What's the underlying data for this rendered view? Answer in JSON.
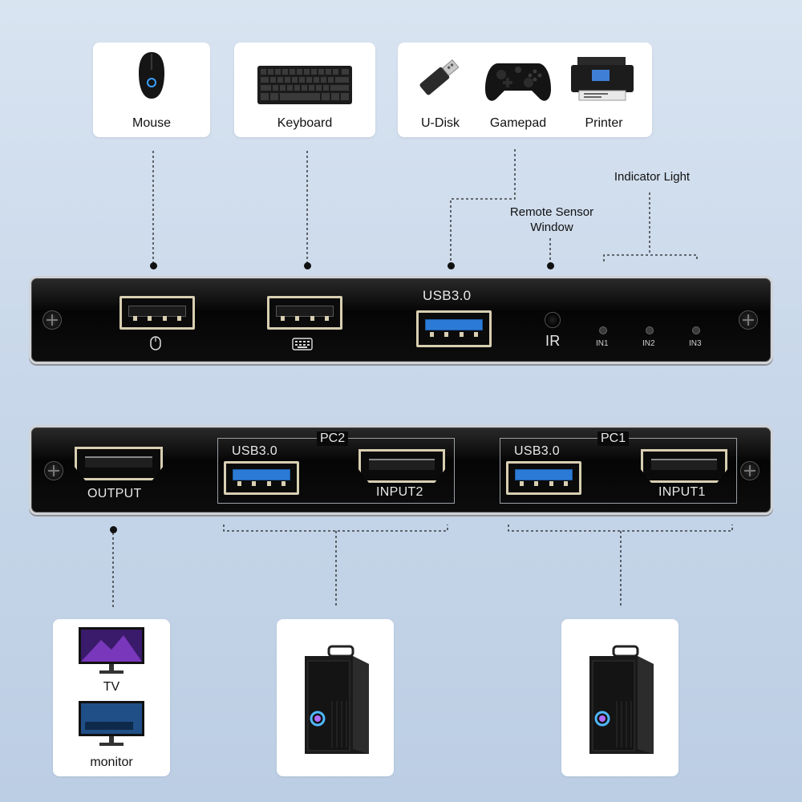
{
  "top_devices": {
    "mouse": "Mouse",
    "keyboard": "Keyboard",
    "udisk": "U-Disk",
    "gamepad": "Gamepad",
    "printer": "Printer"
  },
  "annotations": {
    "remote_sensor_line1": "Remote Sensor",
    "remote_sensor_line2": "Window",
    "indicator_light": "Indicator Light"
  },
  "front_panel": {
    "usb_label": "USB3.0",
    "ir_label": "IR",
    "leds": [
      "IN1",
      "IN2",
      "IN3"
    ]
  },
  "back_panel": {
    "output_label": "OUTPUT",
    "pc2_label": "PC2",
    "pc2_usb": "USB3.0",
    "pc2_input": "INPUT2",
    "pc1_label": "PC1",
    "pc1_usb": "USB3.0",
    "pc1_input": "INPUT1"
  },
  "bottom_devices": {
    "tv": "TV",
    "monitor": "monitor"
  },
  "colors": {
    "usb3_blue": "#2b7bd6",
    "panel_black": "#0a0a0a",
    "port_gold": "#d8cfb2"
  }
}
